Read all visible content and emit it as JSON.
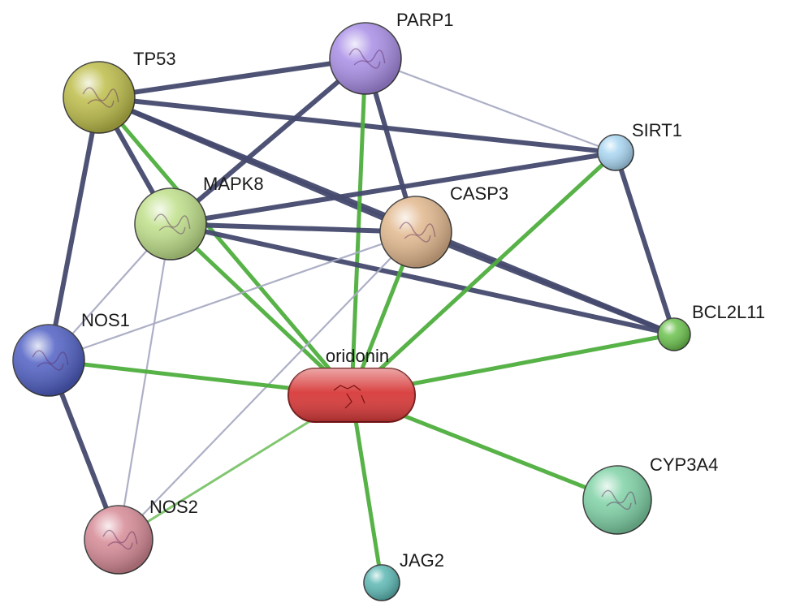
{
  "nodes": [
    {
      "id": "PARP1",
      "label": "PARP1",
      "shape": "circle",
      "color": "#a98ee6"
    },
    {
      "id": "TP53",
      "label": "TP53",
      "shape": "circle",
      "color": "#bdbd4a"
    },
    {
      "id": "SIRT1",
      "label": "SIRT1",
      "shape": "circle",
      "color": "#a9d6f2"
    },
    {
      "id": "MAPK8",
      "label": "MAPK8",
      "shape": "circle",
      "color": "#bfe08a"
    },
    {
      "id": "CASP3",
      "label": "CASP3",
      "shape": "circle",
      "color": "#e2b88e"
    },
    {
      "id": "NOS1",
      "label": "NOS1",
      "shape": "circle",
      "color": "#5060c4"
    },
    {
      "id": "BCL2L11",
      "label": "BCL2L11",
      "shape": "circle",
      "color": "#6cc24e"
    },
    {
      "id": "oridonin",
      "label": "oridonin",
      "shape": "pill",
      "color": "#d83a3a"
    },
    {
      "id": "CYP3A4",
      "label": "CYP3A4",
      "shape": "circle",
      "color": "#7fd2a6"
    },
    {
      "id": "NOS2",
      "label": "NOS2",
      "shape": "circle",
      "color": "#d68a96"
    },
    {
      "id": "JAG2",
      "label": "JAG2",
      "shape": "circle",
      "color": "#5cb8b4"
    }
  ],
  "edges": [
    {
      "from": "TP53",
      "to": "PARP1",
      "type": "protein",
      "weight": "strong"
    },
    {
      "from": "TP53",
      "to": "SIRT1",
      "type": "protein",
      "weight": "strong"
    },
    {
      "from": "TP53",
      "to": "CASP3",
      "type": "protein",
      "weight": "strong"
    },
    {
      "from": "TP53",
      "to": "MAPK8",
      "type": "protein",
      "weight": "strong"
    },
    {
      "from": "TP53",
      "to": "NOS1",
      "type": "protein",
      "weight": "strong"
    },
    {
      "from": "TP53",
      "to": "BCL2L11",
      "type": "protein",
      "weight": "strong"
    },
    {
      "from": "TP53",
      "to": "oridonin",
      "type": "chemical",
      "weight": "medium"
    },
    {
      "from": "PARP1",
      "to": "MAPK8",
      "type": "protein",
      "weight": "strong"
    },
    {
      "from": "PARP1",
      "to": "CASP3",
      "type": "protein",
      "weight": "strong"
    },
    {
      "from": "PARP1",
      "to": "SIRT1",
      "type": "protein",
      "weight": "weak"
    },
    {
      "from": "PARP1",
      "to": "oridonin",
      "type": "chemical",
      "weight": "medium"
    },
    {
      "from": "MAPK8",
      "to": "SIRT1",
      "type": "protein",
      "weight": "strong"
    },
    {
      "from": "MAPK8",
      "to": "CASP3",
      "type": "protein",
      "weight": "strong"
    },
    {
      "from": "MAPK8",
      "to": "BCL2L11",
      "type": "protein",
      "weight": "strong"
    },
    {
      "from": "MAPK8",
      "to": "NOS1",
      "type": "protein",
      "weight": "weak"
    },
    {
      "from": "MAPK8",
      "to": "NOS2",
      "type": "protein",
      "weight": "weak"
    },
    {
      "from": "MAPK8",
      "to": "oridonin",
      "type": "chemical",
      "weight": "medium"
    },
    {
      "from": "CASP3",
      "to": "BCL2L11",
      "type": "protein",
      "weight": "strong"
    },
    {
      "from": "CASP3",
      "to": "NOS1",
      "type": "protein",
      "weight": "weak"
    },
    {
      "from": "CASP3",
      "to": "NOS2",
      "type": "protein",
      "weight": "weak"
    },
    {
      "from": "CASP3",
      "to": "oridonin",
      "type": "chemical",
      "weight": "medium"
    },
    {
      "from": "SIRT1",
      "to": "BCL2L11",
      "type": "protein",
      "weight": "strong"
    },
    {
      "from": "SIRT1",
      "to": "oridonin",
      "type": "chemical",
      "weight": "medium"
    },
    {
      "from": "NOS1",
      "to": "NOS2",
      "type": "protein",
      "weight": "strong"
    },
    {
      "from": "NOS1",
      "to": "oridonin",
      "type": "chemical",
      "weight": "medium"
    },
    {
      "from": "BCL2L11",
      "to": "oridonin",
      "type": "chemical",
      "weight": "medium"
    },
    {
      "from": "oridonin",
      "to": "NOS2",
      "type": "chemical",
      "weight": "weak"
    },
    {
      "from": "oridonin",
      "to": "CYP3A4",
      "type": "chemical",
      "weight": "medium"
    },
    {
      "from": "oridonin",
      "to": "JAG2",
      "type": "chemical",
      "weight": "medium"
    }
  ],
  "colors": {
    "protein_edge": "#454a6e",
    "protein_edge_weak": "#a9acc4",
    "chemical_edge": "#4fae3e",
    "chemical_edge_weak": "#7cc46a"
  }
}
